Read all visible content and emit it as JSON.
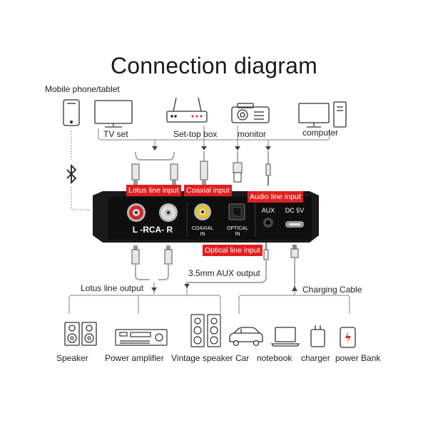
{
  "title": "Connection diagram",
  "sources": {
    "mobile": "Mobile phone/tablet",
    "tv": "TV set",
    "settop": "Set-top box",
    "monitor": "monitor",
    "computer": "computer"
  },
  "device": {
    "rca_label": "L -RCA- R",
    "coaxial_label": "COAXIAL",
    "coaxial_sub": "IN",
    "optical_label": "OPTICAL",
    "optical_sub": "IN",
    "aux_label": "AUX",
    "dc_label": "DC 5V"
  },
  "tags": {
    "lotus_input": "Lotus line input",
    "coaxial_input": "Coaxial input",
    "audio_input": "Audio line input",
    "optical_input": "Optical line input"
  },
  "outputs": {
    "aux_output": "3.5mm AUX output",
    "lotus_output": "Lotus line output",
    "charging": "Charging Cable"
  },
  "bottom": {
    "speaker": "Speaker",
    "amplifier": "Power amplifier",
    "vintage": "Vintage speaker",
    "car": "Car",
    "notebook": "notebook",
    "charger": "charger",
    "powerbank": "power Bank"
  },
  "colors": {
    "line": "#9a9a9a",
    "tag_bg": "#e02020",
    "device_body": "#151515",
    "rca_red": "#d42a2a",
    "rca_white": "#dcdcdc",
    "rca_yellow": "#e8c21a"
  }
}
